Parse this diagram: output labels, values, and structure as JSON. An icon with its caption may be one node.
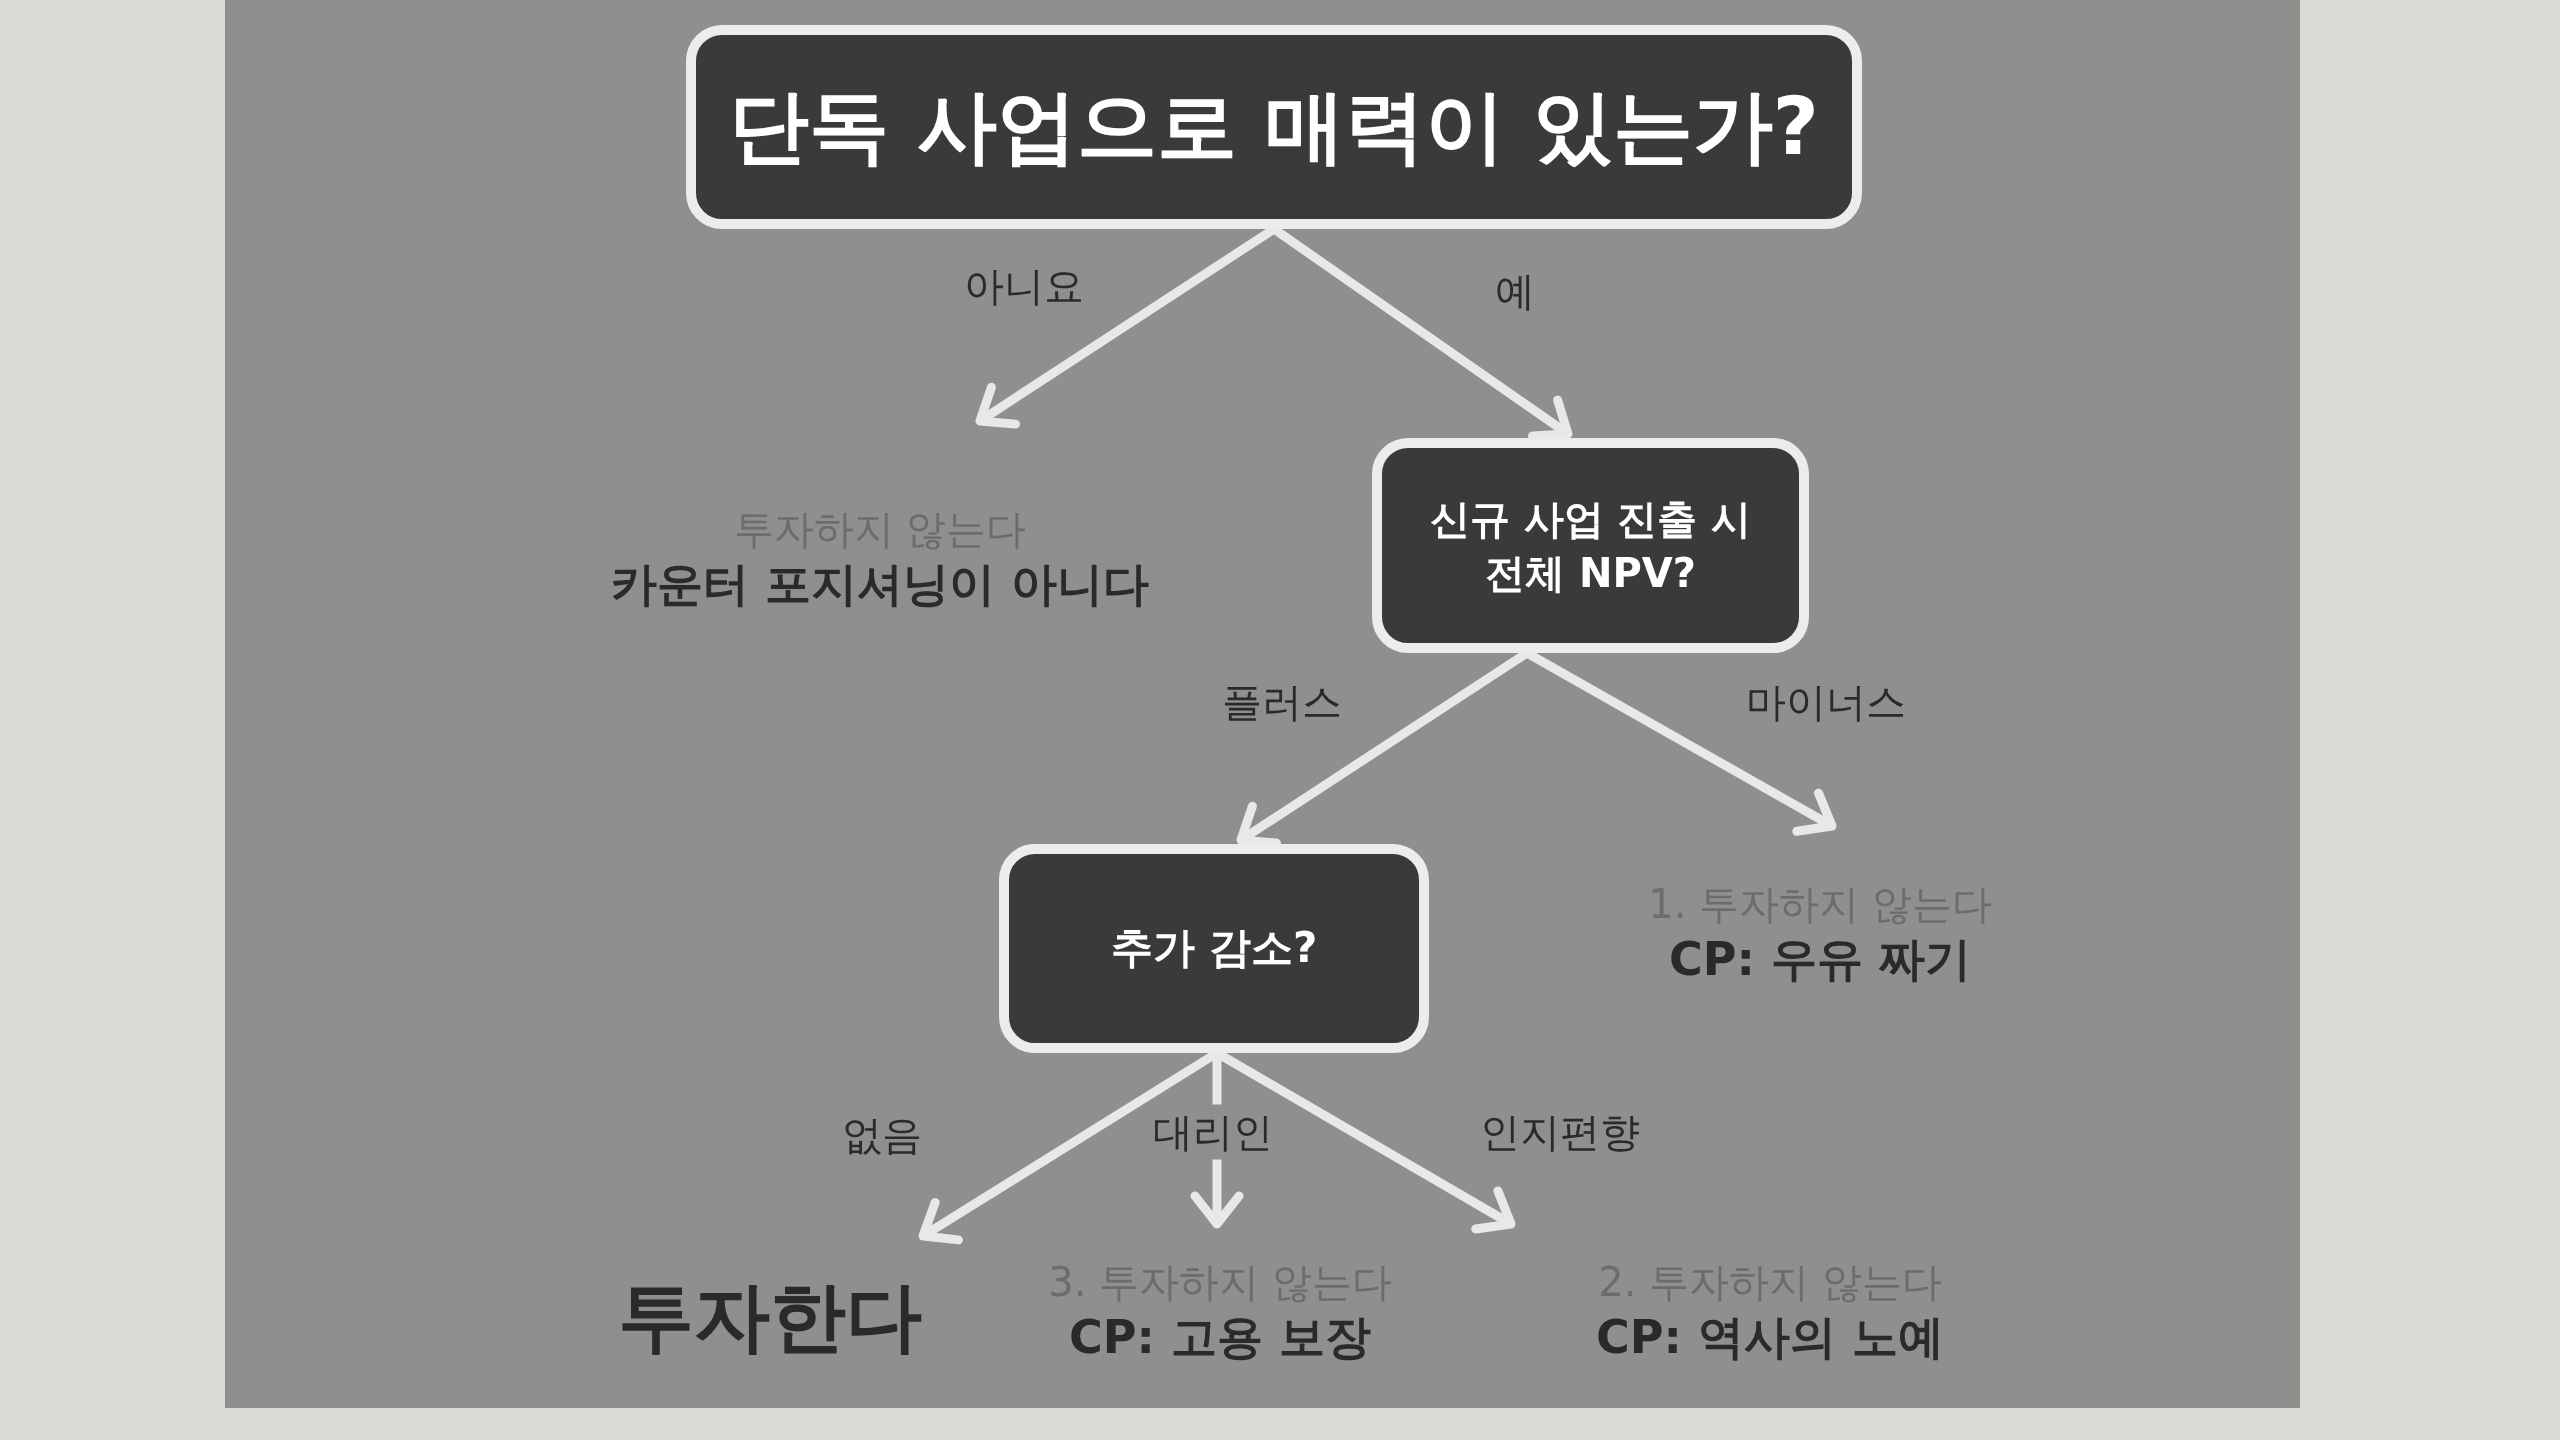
{
  "diagram": {
    "nodes": [
      {
        "text": [
          "단독 사업으로 매력이 있는가?"
        ]
      },
      {
        "text": [
          "투자하지 않는다",
          "카운터 포지셔닝이 아니다"
        ]
      },
      {
        "text": [
          "신규 사업 진출 시 전체 NPV?"
        ]
      },
      {
        "text": [
          "1. 투자하지 않는다",
          "CP: 우유 짜기"
        ]
      },
      {
        "text": [
          "추가 감소?"
        ]
      },
      {
        "text": [
          "투자한다"
        ]
      },
      {
        "text": [
          "3. 투자하지 않는다",
          "CP: 고용 보장"
        ]
      },
      {
        "text": [
          "2. 투자하지 않는다",
          "CP: 역사의 노예"
        ]
      }
    ],
    "edges": [
      {
        "from": 0,
        "to": 1,
        "arrow": "to",
        "label": "아니요"
      },
      {
        "from": 0,
        "to": 2,
        "arrow": "to",
        "label": "예"
      },
      {
        "from": 2,
        "to": 4,
        "arrow": "to",
        "label": "플러스"
      },
      {
        "from": 2,
        "to": 3,
        "arrow": "to",
        "label": "마이너스"
      },
      {
        "from": 4,
        "to": 5,
        "arrow": "to",
        "label": "없음"
      },
      {
        "from": 4,
        "to": 6,
        "arrow": "to",
        "label": "대리인"
      },
      {
        "from": 4,
        "to": 7,
        "arrow": "to",
        "label": "인지편향"
      }
    ]
  }
}
